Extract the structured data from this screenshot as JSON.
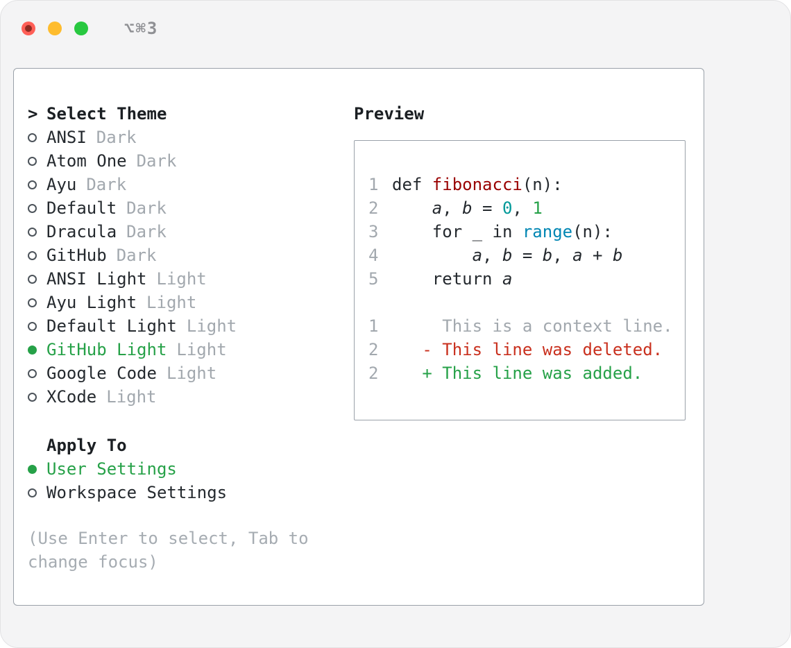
{
  "window": {
    "title_shortcut": "⌥⌘3"
  },
  "theme_selector": {
    "prompt_char": ">",
    "heading": "Select Theme",
    "themes": [
      {
        "name": "ANSI",
        "variant": "Dark",
        "selected": false
      },
      {
        "name": "Atom One",
        "variant": "Dark",
        "selected": false
      },
      {
        "name": "Ayu",
        "variant": "Dark",
        "selected": false
      },
      {
        "name": "Default",
        "variant": "Dark",
        "selected": false
      },
      {
        "name": "Dracula",
        "variant": "Dark",
        "selected": false
      },
      {
        "name": "GitHub",
        "variant": "Dark",
        "selected": false
      },
      {
        "name": "ANSI Light",
        "variant": "Light",
        "selected": false
      },
      {
        "name": "Ayu Light",
        "variant": "Light",
        "selected": false
      },
      {
        "name": "Default Light",
        "variant": "Light",
        "selected": false
      },
      {
        "name": "GitHub Light",
        "variant": "Light",
        "selected": true
      },
      {
        "name": "Google Code",
        "variant": "Light",
        "selected": false
      },
      {
        "name": "XCode",
        "variant": "Light",
        "selected": false
      }
    ],
    "apply_to": {
      "heading": "Apply To",
      "options": [
        {
          "label": "User Settings",
          "selected": true
        },
        {
          "label": "Workspace Settings",
          "selected": false
        }
      ]
    },
    "hint": "(Use Enter to select, Tab to change focus)"
  },
  "preview": {
    "heading": "Preview",
    "code": [
      {
        "num": "1",
        "tokens": [
          {
            "t": "def ",
            "k": "plain"
          },
          {
            "t": "fibonacci",
            "k": "function"
          },
          {
            "t": "(n):",
            "k": "plain"
          }
        ]
      },
      {
        "num": "2",
        "tokens": [
          {
            "t": "    ",
            "k": "plain"
          },
          {
            "t": "a",
            "k": "variable"
          },
          {
            "t": ", ",
            "k": "plain"
          },
          {
            "t": "b",
            "k": "variable"
          },
          {
            "t": " = ",
            "k": "plain"
          },
          {
            "t": "0",
            "k": "number"
          },
          {
            "t": ", ",
            "k": "plain"
          },
          {
            "t": "1",
            "k": "number-alt"
          }
        ]
      },
      {
        "num": "3",
        "tokens": [
          {
            "t": "    for _ in ",
            "k": "plain"
          },
          {
            "t": "range",
            "k": "builtin"
          },
          {
            "t": "(n):",
            "k": "plain"
          }
        ]
      },
      {
        "num": "4",
        "tokens": [
          {
            "t": "        ",
            "k": "plain"
          },
          {
            "t": "a",
            "k": "variable"
          },
          {
            "t": ", ",
            "k": "plain"
          },
          {
            "t": "b",
            "k": "variable"
          },
          {
            "t": " = ",
            "k": "plain"
          },
          {
            "t": "b",
            "k": "variable"
          },
          {
            "t": ", ",
            "k": "plain"
          },
          {
            "t": "a",
            "k": "variable"
          },
          {
            "t": " + ",
            "k": "plain"
          },
          {
            "t": "b",
            "k": "variable"
          }
        ]
      },
      {
        "num": "5",
        "tokens": [
          {
            "t": "    return ",
            "k": "plain"
          },
          {
            "t": "a",
            "k": "variable"
          }
        ]
      }
    ],
    "diff": [
      {
        "num": "1",
        "text": "     This is a context line.",
        "kind": "context"
      },
      {
        "num": "2",
        "text": "   - This line was deleted.",
        "kind": "deleted"
      },
      {
        "num": "2",
        "text": "   + This line was added.",
        "kind": "added"
      }
    ]
  },
  "colors": {
    "accent_green": "#26a148",
    "deleted_red": "#c9301e",
    "builtin_blue": "#0086b3",
    "function_red": "#990000",
    "number_teal": "#009999",
    "muted_gray": "#a2a8ae"
  }
}
